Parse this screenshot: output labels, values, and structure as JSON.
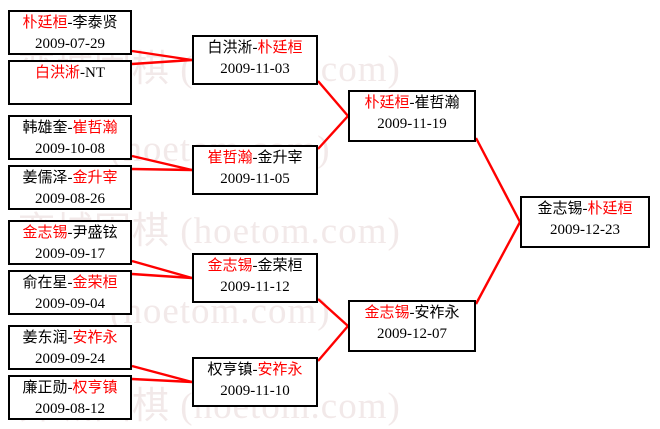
{
  "watermark": {
    "lines": [
      "弈城围棋 (hoetom.com)",
      "(hoetom.com)",
      "弈城围棋 (hoetom.com)",
      "(hoetom.com)",
      "弈城围棋 (hoetom.com)"
    ],
    "color": "#f2e9e9"
  },
  "colors": {
    "winner": "#ff0000",
    "loser": "#000000",
    "connector": "#ff0000",
    "box_border": "#000000",
    "background": "#ffffff"
  },
  "rounds": [
    {
      "name": "round-1",
      "matches": [
        {
          "left": "朴廷桓",
          "right": "李泰贤",
          "winner": "left",
          "date": "2009-07-29"
        },
        {
          "left": "白洪淅",
          "right": "NT",
          "winner": "left",
          "date": ""
        },
        {
          "left": "韩雄奎",
          "right": "崔哲瀚",
          "winner": "right",
          "date": "2009-10-08"
        },
        {
          "left": "姜儒泽",
          "right": "金升宰",
          "winner": "right",
          "date": "2009-08-26"
        },
        {
          "left": "金志锡",
          "right": "尹盛铉",
          "winner": "left",
          "date": "2009-09-17"
        },
        {
          "left": "俞在星",
          "right": "金荣桓",
          "winner": "right",
          "date": "2009-09-04"
        },
        {
          "left": "姜东润",
          "right": "安祚永",
          "winner": "right",
          "date": "2009-09-24"
        },
        {
          "left": "廉正勋",
          "right": "权亨镇",
          "winner": "right",
          "date": "2009-08-12"
        }
      ]
    },
    {
      "name": "round-2",
      "matches": [
        {
          "left": "白洪淅",
          "right": "朴廷桓",
          "winner": "right",
          "date": "2009-11-03"
        },
        {
          "left": "崔哲瀚",
          "right": "金升宰",
          "winner": "left",
          "date": "2009-11-05"
        },
        {
          "left": "金志锡",
          "right": "金荣桓",
          "winner": "left",
          "date": "2009-11-12"
        },
        {
          "left": "权亨镇",
          "right": "安祚永",
          "winner": "right",
          "date": "2009-11-10"
        }
      ]
    },
    {
      "name": "semifinal",
      "matches": [
        {
          "left": "朴廷桓",
          "right": "崔哲瀚",
          "winner": "left",
          "date": "2009-11-19"
        },
        {
          "left": "金志锡",
          "right": "安祚永",
          "winner": "left",
          "date": "2009-12-07"
        }
      ]
    },
    {
      "name": "final",
      "matches": [
        {
          "left": "金志锡",
          "right": "朴廷桓",
          "winner": "right",
          "date": "2009-12-23"
        }
      ]
    }
  ],
  "separator": "-"
}
